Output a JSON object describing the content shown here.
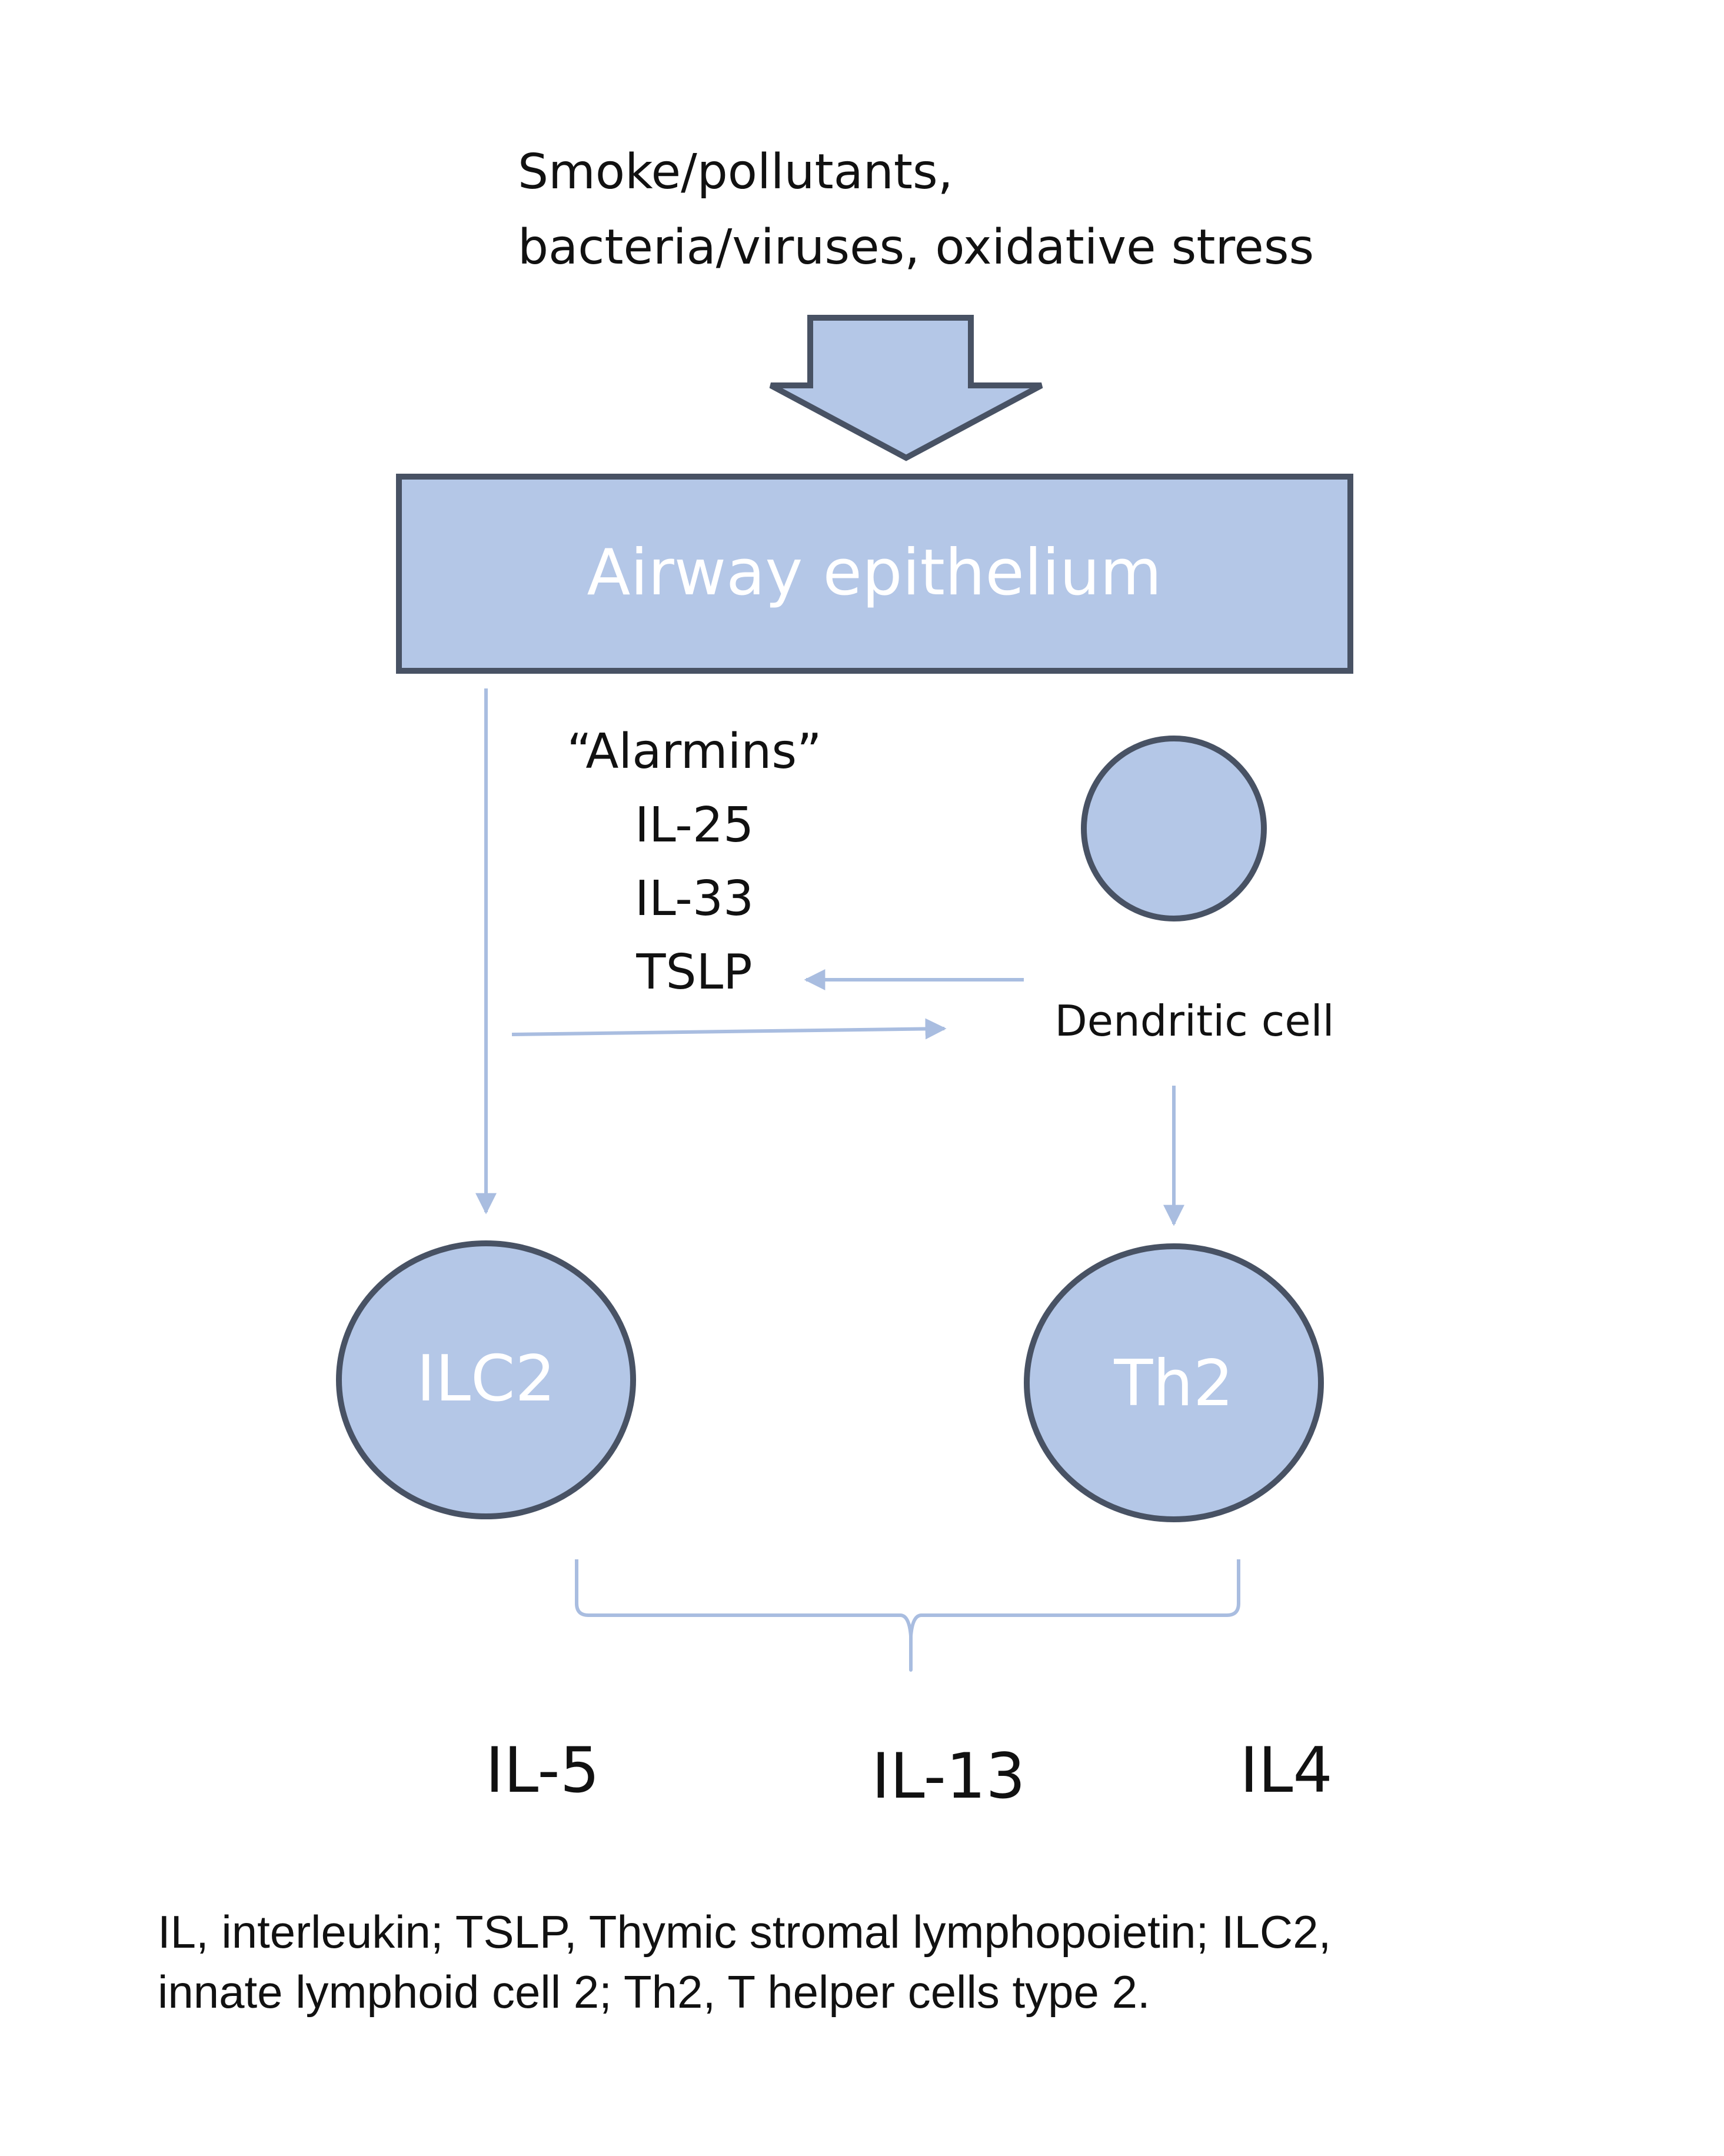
{
  "inputs": {
    "line1": "Smoke/pollutants,",
    "line2": "bacteria/viruses, oxidative stress"
  },
  "epithelium": {
    "label": "Airway epithelium"
  },
  "alarmins": {
    "heading": "“Alarmins”",
    "items": [
      "IL-25",
      "IL-33",
      "TSLP"
    ]
  },
  "dendritic_cell": {
    "label": "Dendritic cell"
  },
  "cells": {
    "ilc2": "ILC2",
    "th2": "Th2"
  },
  "cytokines": {
    "il5": "IL-5",
    "il13": "IL-13",
    "il4": "IL4"
  },
  "caption": {
    "line1": "IL, interleukin; TSLP, Thymic stromal lymphopoietin; ILC2,",
    "line2": "innate lymphoid cell 2; Th2, T helper cells type 2."
  },
  "colors": {
    "fill": "#b4c7e7",
    "stroke": "#485264",
    "connector": "#a9bde0",
    "text": "#111111"
  }
}
